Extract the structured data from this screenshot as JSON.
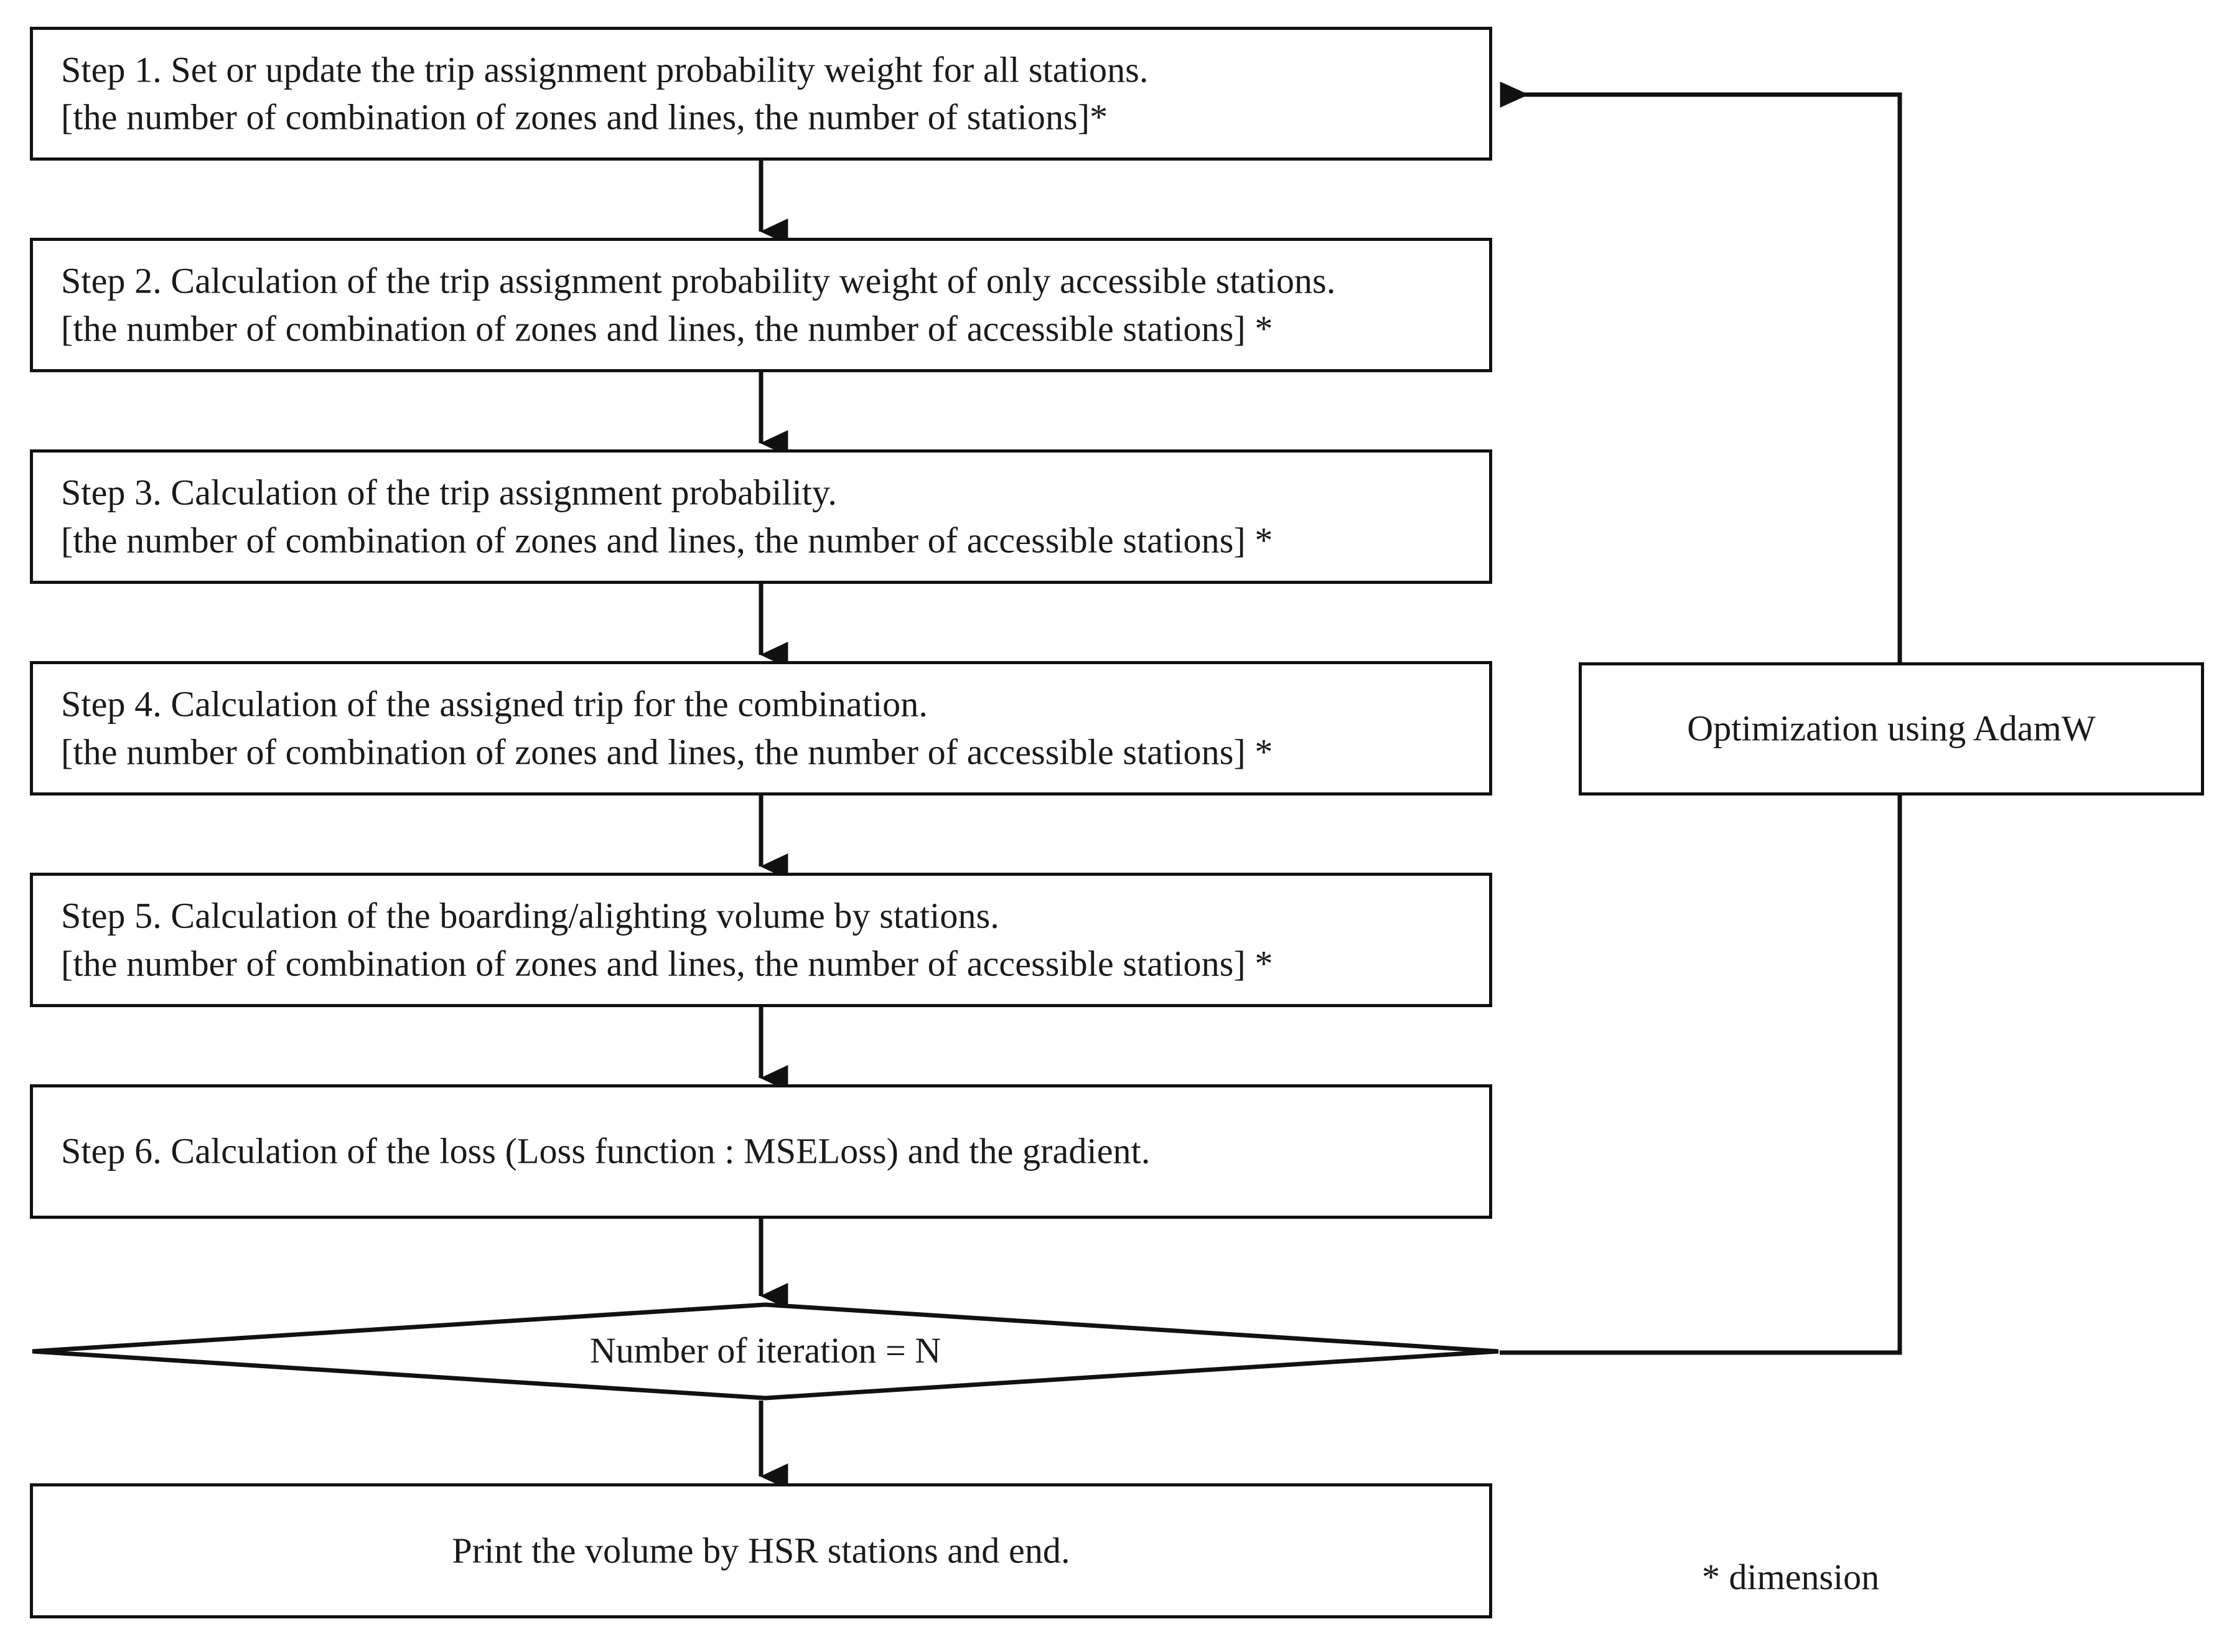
{
  "diagram": {
    "type": "flowchart",
    "title_visible": false,
    "footnote": "* dimension",
    "colors": {
      "stroke": "#111111",
      "fill": "#ffffff",
      "text": "#1a1a1a"
    },
    "nodes": [
      {
        "id": "step1",
        "shape": "rectangle",
        "lines": [
          "Step 1. Set or update the trip assignment probability weight for all stations.",
          "[the number of combination of zones and lines, the number of stations]*"
        ],
        "align": "left"
      },
      {
        "id": "step2",
        "shape": "rectangle",
        "lines": [
          "Step 2. Calculation of the trip assignment probability weight of only accessible stations.",
          "[the number of combination of zones and lines, the number of accessible stations] *"
        ],
        "align": "left"
      },
      {
        "id": "step3",
        "shape": "rectangle",
        "lines": [
          "Step 3. Calculation of the trip assignment probability.",
          "[the number of combination of zones and lines, the number of accessible stations] *"
        ],
        "align": "left"
      },
      {
        "id": "step4",
        "shape": "rectangle",
        "lines": [
          "Step 4. Calculation of the assigned trip for the combination.",
          "[the number of combination of zones and lines, the number of accessible stations] *"
        ],
        "align": "left"
      },
      {
        "id": "step5",
        "shape": "rectangle",
        "lines": [
          "Step 5. Calculation of the boarding/alighting volume by stations.",
          "[the number of combination of zones and lines, the number of accessible stations] *"
        ],
        "align": "left"
      },
      {
        "id": "step6",
        "shape": "rectangle",
        "lines": [
          "Step 6. Calculation of the loss (Loss function : MSELoss) and the gradient."
        ],
        "align": "left"
      },
      {
        "id": "decision",
        "shape": "diamond",
        "lines": [
          "Number of iteration = N"
        ],
        "align": "center"
      },
      {
        "id": "end",
        "shape": "rectangle",
        "lines": [
          "Print the volume by HSR stations and end."
        ],
        "align": "center"
      },
      {
        "id": "optimizer",
        "shape": "rectangle",
        "lines": [
          "Optimization using AdamW"
        ],
        "align": "center"
      }
    ],
    "edges": [
      {
        "from": "step1",
        "to": "step2",
        "direction": "down",
        "arrow": true
      },
      {
        "from": "step2",
        "to": "step3",
        "direction": "down",
        "arrow": true
      },
      {
        "from": "step3",
        "to": "step4",
        "direction": "down",
        "arrow": true
      },
      {
        "from": "step4",
        "to": "step5",
        "direction": "down",
        "arrow": true
      },
      {
        "from": "step5",
        "to": "step6",
        "direction": "down",
        "arrow": true
      },
      {
        "from": "step6",
        "to": "decision",
        "direction": "down",
        "arrow": true
      },
      {
        "from": "decision",
        "to": "end",
        "direction": "down",
        "arrow": true
      },
      {
        "from": "decision",
        "to": "step1",
        "direction": "loop-right-up",
        "arrow": true,
        "passes_through": "optimizer"
      }
    ]
  }
}
